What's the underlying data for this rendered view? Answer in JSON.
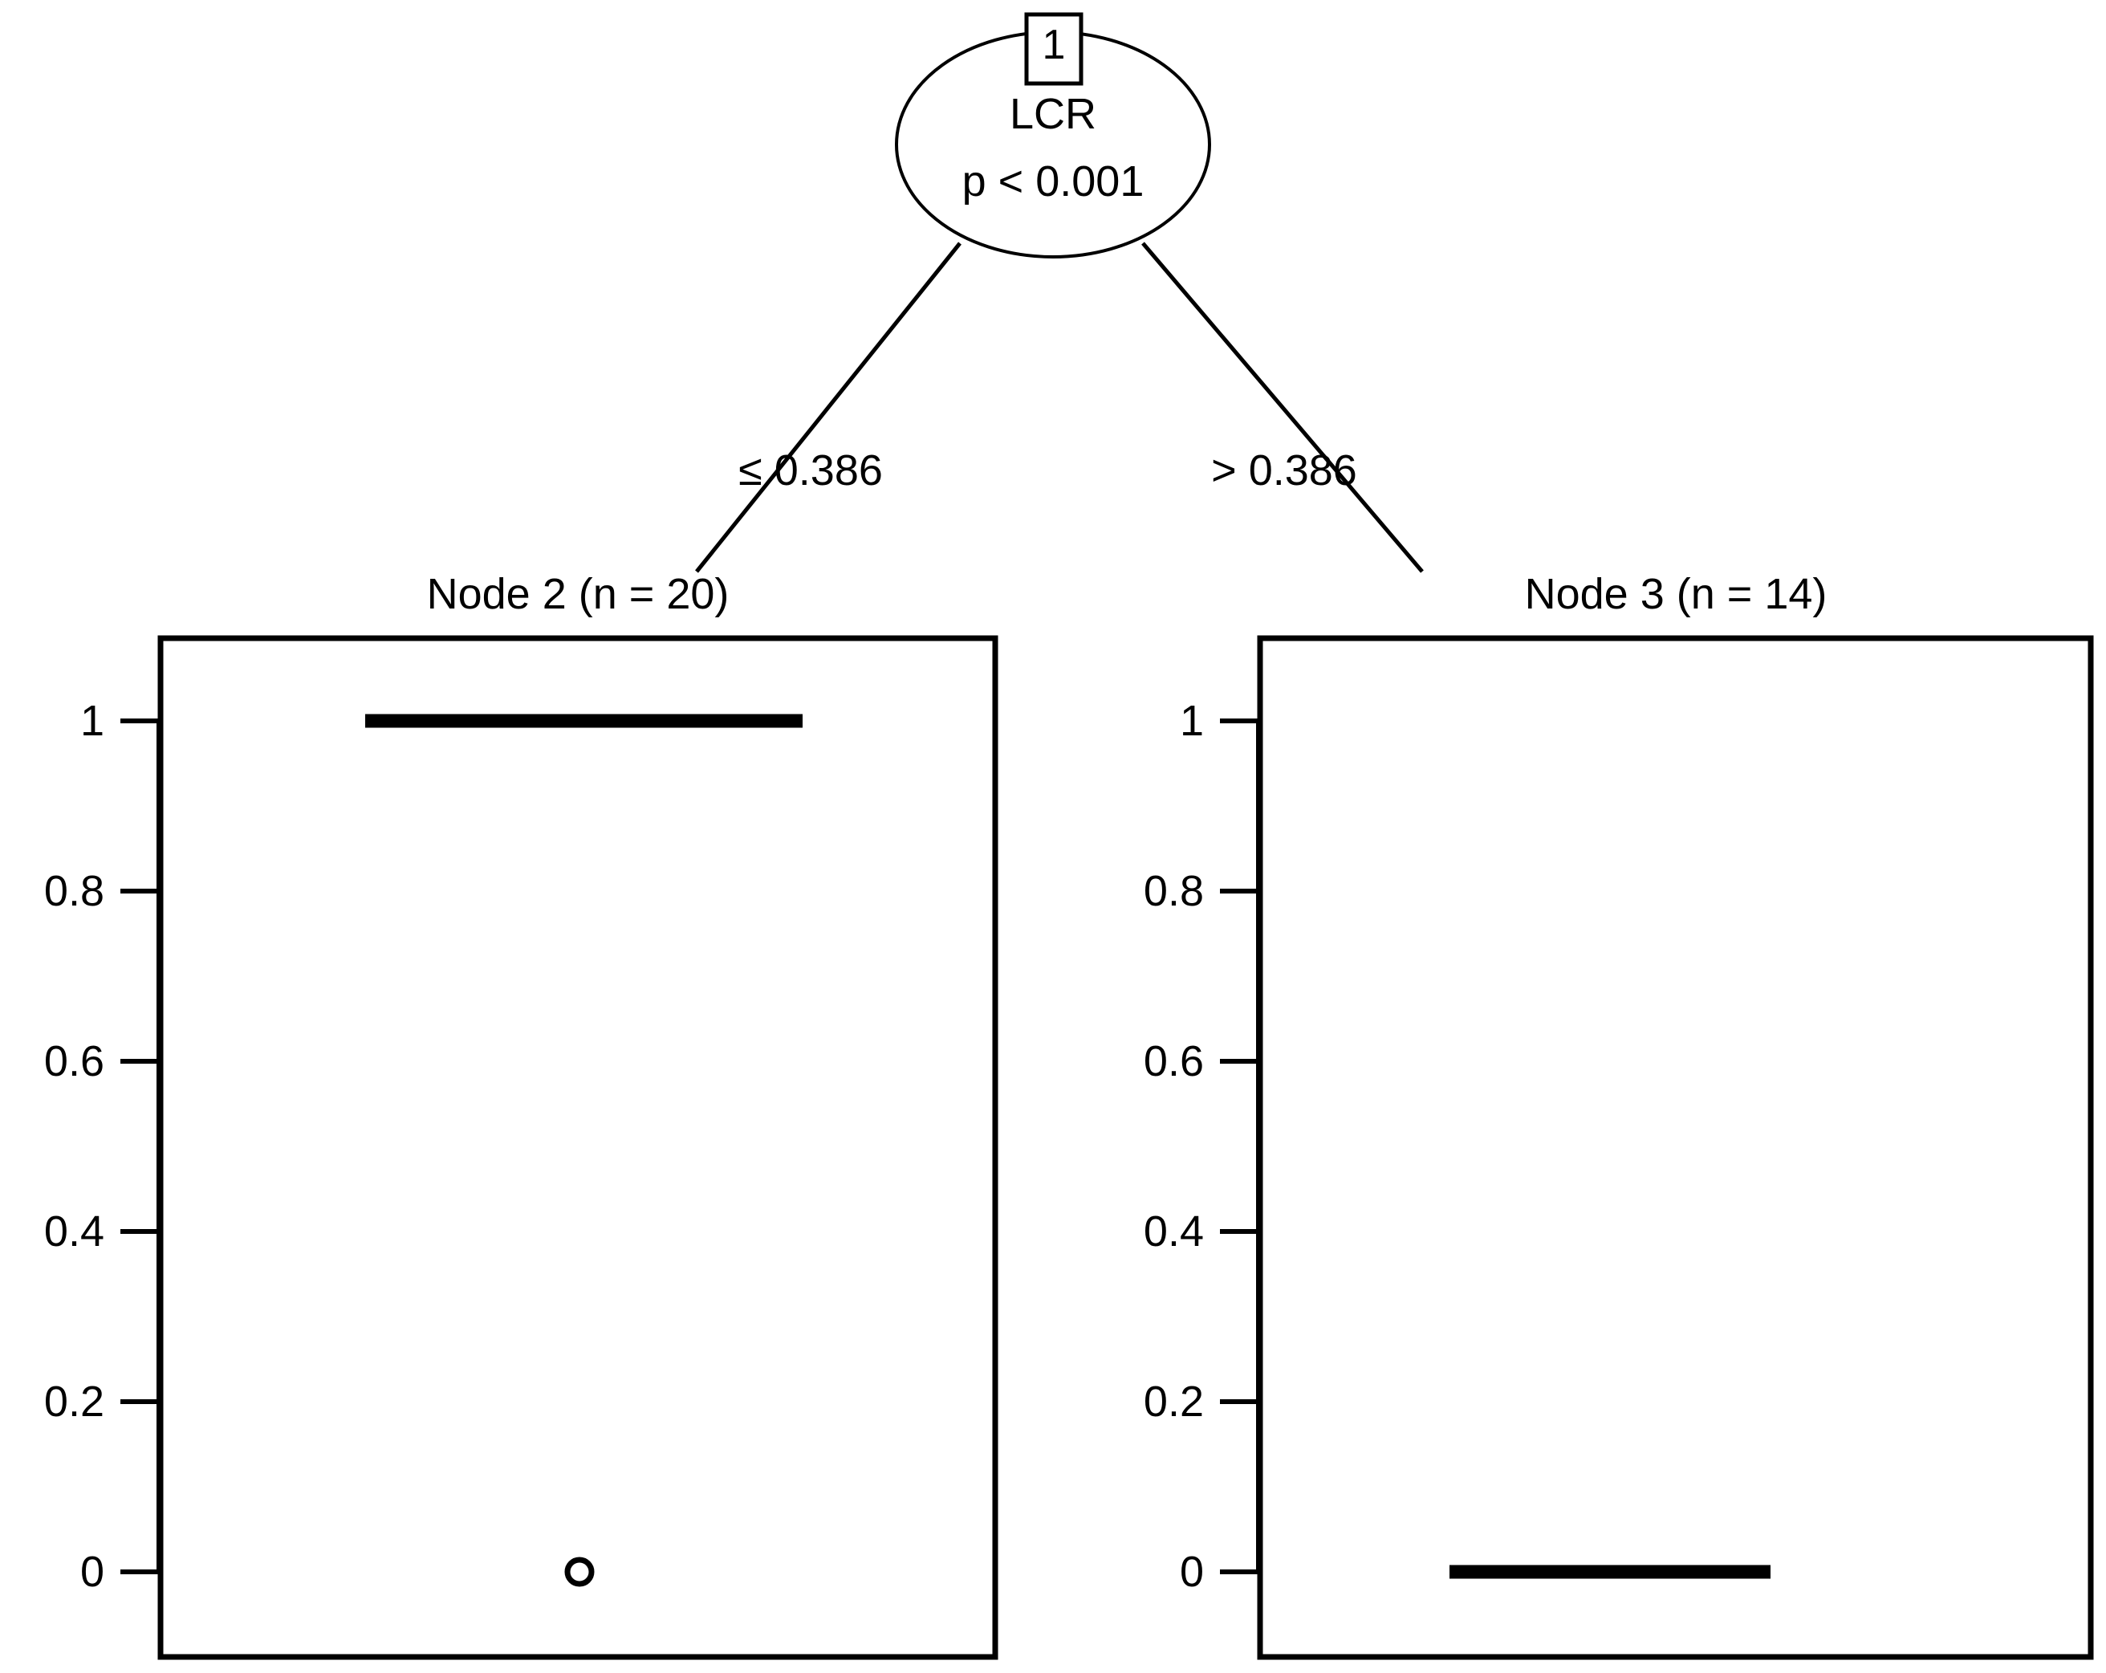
{
  "figure": {
    "type": "decision-tree-boxplot",
    "background": "#ffffff",
    "foreground": "#000000"
  },
  "tree": {
    "root": {
      "id_label": "1",
      "variable": "LCR",
      "pvalue": "p < 0.001"
    },
    "edges": [
      {
        "label": "≤ 0.386",
        "to": "Node 2"
      },
      {
        "label": "> 0.386",
        "to": "Node 3"
      }
    ]
  },
  "panels": [
    {
      "title": "Node 2 (n = 20)",
      "axis_ticks": [
        "1",
        "0.8",
        "0.6",
        "0.4",
        "0.2",
        "0"
      ]
    },
    {
      "title": "Node 3 (n = 14)",
      "axis_ticks": [
        "1",
        "0.8",
        "0.6",
        "0.4",
        "0.2",
        "0"
      ]
    }
  ],
  "chart_data": {
    "type": "box",
    "title": "",
    "xlabel": "",
    "ylabel": "",
    "ylim": [
      -0.06,
      1.12
    ],
    "yticks": [
      0,
      0.2,
      0.4,
      0.6,
      0.8,
      1
    ],
    "ytick_labels": [
      "0",
      "0.2",
      "0.4",
      "0.6",
      "0.8",
      "1"
    ],
    "grid": false,
    "legend": null,
    "split_variable": "LCR",
    "split_threshold": 0.386,
    "split_pvalue": "p < 0.001",
    "groups": [
      {
        "name": "Node 2 (n = 20)",
        "n": 20,
        "condition": "LCR ≤ 0.386",
        "min": 1,
        "q1": 1,
        "median": 1,
        "q3": 1,
        "max": 1,
        "outliers": [
          0
        ],
        "degenerate": true,
        "note": "All values collapse to 1; single outlier plotted at 0"
      },
      {
        "name": "Node 3 (n = 14)",
        "n": 14,
        "condition": "LCR > 0.386",
        "min": 0,
        "q1": 0,
        "median": 0,
        "q3": 0,
        "max": 0,
        "outliers": [],
        "degenerate": true,
        "note": "All values collapse to 0"
      }
    ]
  }
}
